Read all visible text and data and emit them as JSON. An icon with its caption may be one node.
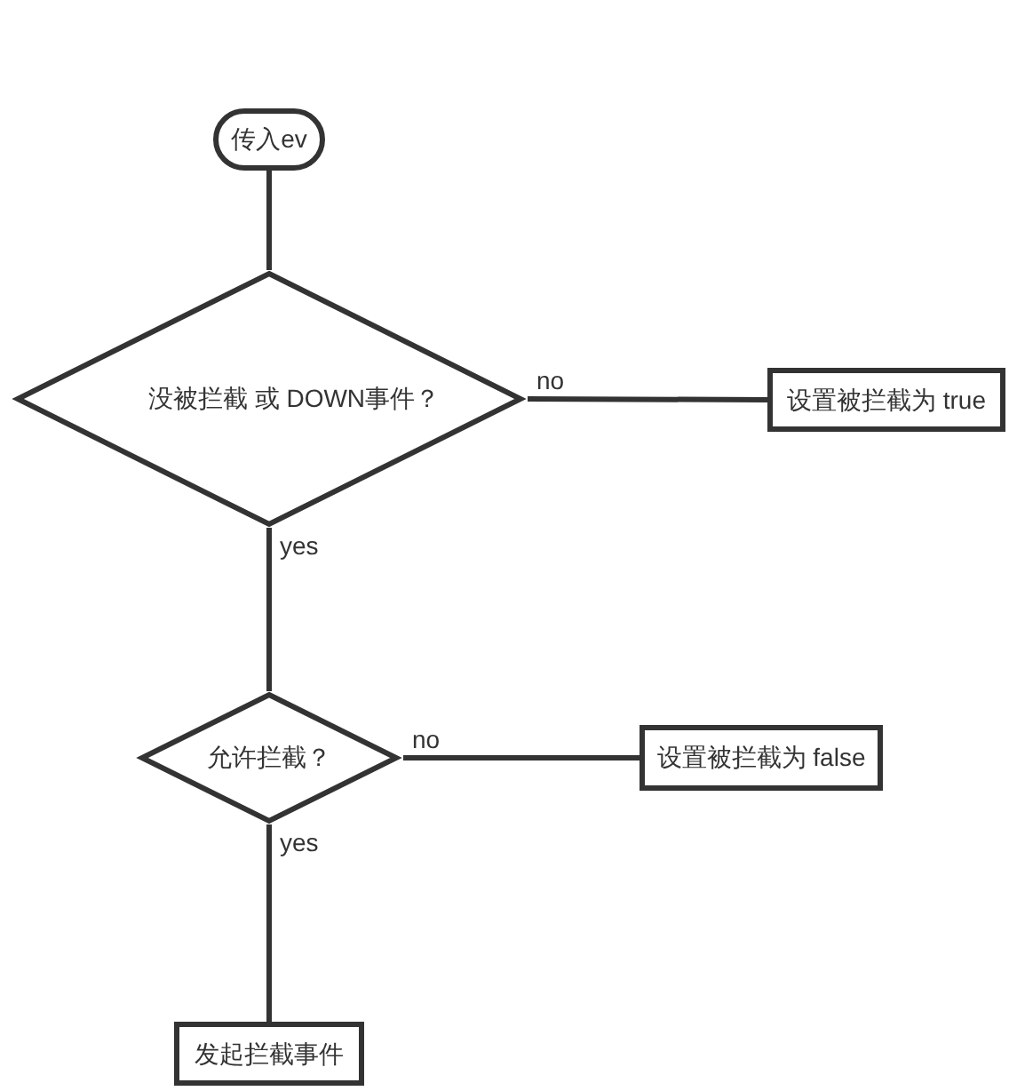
{
  "diagram": {
    "nodes": [
      {
        "text": [
          "传入ev"
        ]
      },
      {
        "text": [
          "没被拦截 或 DOWN事件？"
        ]
      },
      {
        "text": [
          "设置被拦截为 true"
        ]
      },
      {
        "text": [
          "允许拦截？"
        ]
      },
      {
        "text": [
          "设置被拦截为 false"
        ]
      },
      {
        "text": [
          "发起拦截事件"
        ]
      }
    ],
    "edges": [
      {
        "from": 0,
        "to": 1,
        "arrow": "none"
      },
      {
        "from": 1,
        "to": 2,
        "arrow": "none",
        "label": "no"
      },
      {
        "from": 1,
        "to": 3,
        "arrow": "none",
        "label": "yes"
      },
      {
        "from": 3,
        "to": 4,
        "arrow": "none",
        "label": "no"
      },
      {
        "from": 3,
        "to": 5,
        "arrow": "none",
        "label": "yes"
      }
    ]
  }
}
